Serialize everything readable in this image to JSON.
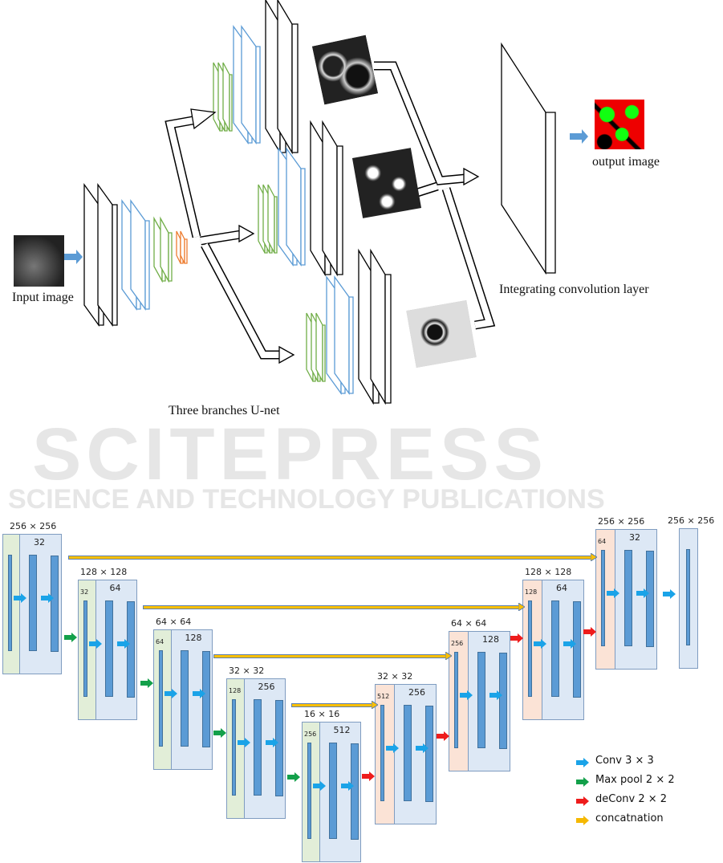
{
  "top": {
    "input_label": "Input image",
    "output_label": "output image",
    "integrating_label": "Integrating convolution layer",
    "branches_label": "Three branches U-net"
  },
  "watermark": {
    "main": "SCITEPRESS",
    "sub": "SCIENCE AND TECHNOLOGY PUBLICATIONS"
  },
  "unet": {
    "encoder": [
      {
        "size": "256 × 256",
        "in_ch": "",
        "out_ch": "32"
      },
      {
        "size": "128 × 128",
        "in_ch": "32",
        "out_ch": "64"
      },
      {
        "size": "64 × 64",
        "in_ch": "64",
        "out_ch": "128"
      },
      {
        "size": "32 × 32",
        "in_ch": "128",
        "out_ch": "256"
      },
      {
        "size": "16 × 16",
        "in_ch": "256",
        "out_ch": "512"
      }
    ],
    "decoder": [
      {
        "size": "32 × 32",
        "in_ch": "512",
        "out_ch": "256"
      },
      {
        "size": "64 × 64",
        "in_ch": "256",
        "out_ch": "128"
      },
      {
        "size": "128 × 128",
        "in_ch": "128",
        "out_ch": "64"
      },
      {
        "size": "256 × 256",
        "in_ch": "64",
        "out_ch": "32"
      }
    ],
    "output": {
      "size": "256 × 256"
    }
  },
  "legend": [
    {
      "label": "Conv 3 × 3",
      "color": "#1aa3e8"
    },
    {
      "label": "Max pool 2 × 2",
      "color": "#13a04a"
    },
    {
      "label": "deConv 2 × 2",
      "color": "#ee1c1c"
    },
    {
      "label": "concatnation",
      "color": "#f5b800"
    }
  ]
}
